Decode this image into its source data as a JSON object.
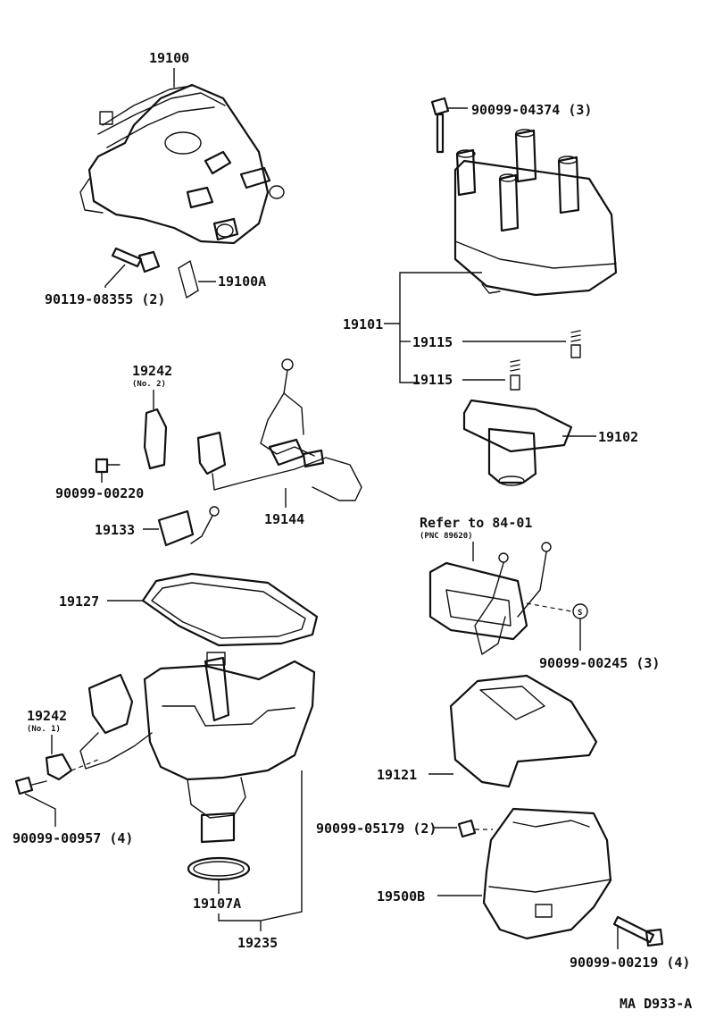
{
  "labels": {
    "p19100": "19100",
    "p90119_08355": "90119-08355 (2)",
    "p19100A": "19100A",
    "p90099_04374": "90099-04374 (3)",
    "p19101": "19101",
    "p19115_a": "19115",
    "p19115_b": "19115",
    "p19102": "19102",
    "p19242_no2": "19242",
    "p19242_no2_sub": "(No. 2)",
    "p90099_00220": "90099-00220",
    "p19144": "19144",
    "p19133": "19133",
    "refer": "Refer to 84-01",
    "refer_sub": "(PNC 89620)",
    "p90099_00245": "90099-00245 (3)",
    "screw_mark": "S",
    "p19127": "19127",
    "p19242_no1": "19242",
    "p19242_no1_sub": "(No. 1)",
    "p90099_00957": "90099-00957 (4)",
    "p19107A": "19107A",
    "p19235": "19235",
    "p19121": "19121",
    "p90099_05179": "90099-05179 (2)",
    "p19500B": "19500B",
    "p90099_00219": "90099-00219 (4)",
    "figure_code": "MA D933-A"
  }
}
